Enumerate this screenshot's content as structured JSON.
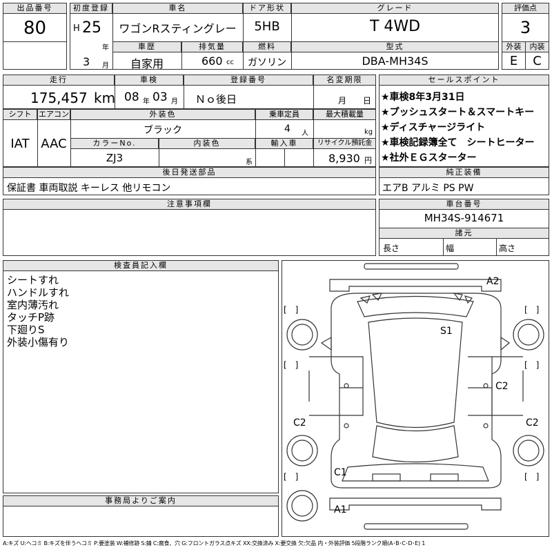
{
  "header": {
    "lot_label": "出品番号",
    "lot": "80",
    "reg_label": "初度登録",
    "era": "H",
    "year": "25",
    "year_unit": "年",
    "month": "3",
    "month_unit": "月",
    "name_label": "車名",
    "car_name": "ワゴンRスティングレー",
    "door_label": "ドア形状",
    "door": "5HB",
    "grade_label": "グレード",
    "grade": "T 4WD",
    "score_label": "評価点",
    "score": "3",
    "history_label": "車歴",
    "history": "自家用",
    "cc_label": "排気量",
    "cc": "660",
    "cc_unit": "cc",
    "fuel_label": "燃料",
    "fuel": "ガソリン",
    "model_label": "型式",
    "model": "DBA-MH34S",
    "ext_label": "外装",
    "ext": "E",
    "int_label": "内装",
    "int": "C"
  },
  "row2": {
    "mileage_label": "走行",
    "mileage": "175,457",
    "mileage_unit": "km",
    "inspection_label": "車検",
    "insp_year": "08",
    "insp_year_unit": "年",
    "insp_month": "03",
    "insp_month_unit": "月",
    "regno_label": "登録番号",
    "regno": "Ｎｏ後日",
    "transfer_label": "名変期限",
    "transfer_m": "月",
    "transfer_d": "日"
  },
  "sales": {
    "label": "セールスポイント",
    "points": [
      "★車検8年3月31日",
      "★プッシュスタート＆スマートキー",
      "★ディスチャージライト",
      "★車検記録簿全て　シートヒーター",
      "★社外ＥＧスターター"
    ]
  },
  "specs": {
    "shift_label": "シフト",
    "shift": "IAT",
    "ac_label": "エアコン",
    "ac": "AAC",
    "color_label": "外装色",
    "color": "ブラック",
    "capacity_label": "乗車定員",
    "capacity": "4",
    "capacity_unit": "人",
    "load_label": "最大積載量",
    "load_unit": "kg",
    "colorno_label": "カラーNo.",
    "colorno": "ZJ3",
    "interior_label": "内装色",
    "interior_unit": "系",
    "import_label": "輸入車",
    "recycle_label": "リサイクル預託金",
    "recycle": "8,930",
    "recycle_unit": "円"
  },
  "parts": {
    "label": "後日発送部品",
    "value": "保証書 車両取説 キーレス 他リモコン",
    "equip_label": "純正装備",
    "equip": "エアB アルミ PS PW"
  },
  "notes": {
    "label": "注意事項欄"
  },
  "chassis": {
    "label": "車台番号",
    "value": "MH34S-914671",
    "dims_label": "諸元",
    "length": "長さ",
    "width": "幅",
    "height": "高さ"
  },
  "inspector": {
    "label": "検査員記入欄",
    "lines": [
      "シートすれ",
      "ハンドルすれ",
      "室内薄汚れ",
      "タッチP跡",
      "下廻りS",
      "外装小傷有り"
    ]
  },
  "office": {
    "label": "事務局よりご案内"
  },
  "diagram": {
    "marks": {
      "a2": "A2",
      "s1": "S1",
      "c2_center": "C2",
      "c2_left": "C2",
      "c2_right": "C2",
      "c1": "C1",
      "a1": "A1"
    },
    "bracket": "[　]"
  },
  "legend": "A:キズ U:ヘコミ B:キズを伴うヘコミ P:要塗装 W:補修跡 S:錆 C:腐食、穴 G:フロントガラス点キズ XX:交換済み X:要交換 欠:欠品 内・外装評価 5段階ランク順(A･B･C･D･E) 1"
}
